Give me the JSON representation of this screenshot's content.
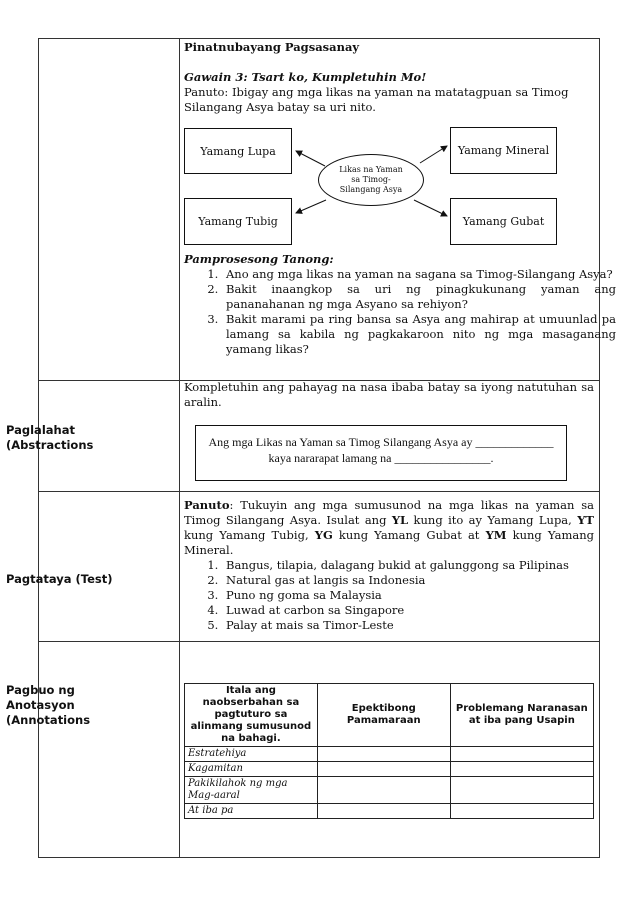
{
  "section1": {
    "heading": "Pinatnubayang Pagsasanay",
    "activity_title": "Gawain 3: Tsart ko, Kumpletuhin Mo!",
    "instructions": "Panuto: Ibigay ang mga likas na yaman na matatagpuan sa Timog Silangang Asya batay sa uri nito.",
    "diagram": {
      "center": "Likas na Yaman sa Timog-Silangang Asya",
      "top_left": "Yamang Lupa",
      "top_right": "Yamang Mineral",
      "bottom_left": "Yamang Tubig",
      "bottom_right": "Yamang Gubat"
    },
    "questions_title": "Pamprosesong Tanong:",
    "questions": [
      "Ano ang mga likas na yaman na sagana sa Timog-Silangang Asya?",
      "Bakit inaangkop sa uri ng pinagkukunang yaman ang pananahanan ng mga Asyano sa rehiyon?",
      "Bakit marami pa ring bansa sa Asya ang mahirap at umuunlad pa lamang sa kabila ng pagkakaroon nito ng mga masaganang yamang likas?"
    ]
  },
  "section2": {
    "label": "Paglalahat (Abstractions",
    "instruction": "Kompletuhin ang pahayag na nasa ibaba batay sa iyong natutuhan sa aralin.",
    "sentence_line1": "Ang mga Likas na Yaman sa Timog Silangang Asya ay _____________",
    "sentence_line2": "kaya nararapat lamang na ________________."
  },
  "section3": {
    "label": "Pagtataya (Test)",
    "panuto_label": "Panuto",
    "instr_a": ": Tukuyin ang mga sumusunod na mga likas na yaman sa Timog Silangang Asya. Isulat ang ",
    "code_yl": "YL",
    "instr_b": " kung ito ay Yamang Lupa, ",
    "code_yt": "YT",
    "instr_c": " kung Yamang Tubig, ",
    "code_yg": "YG",
    "instr_d": " kung Yamang Gubat at ",
    "code_ym": "YM",
    "instr_e": " kung Yamang Mineral.",
    "items": [
      "Bangus, tilapia, dalagang bukid at galunggong sa Pilipinas",
      "Natural gas at langis sa Indonesia",
      "Puno ng goma sa Malaysia",
      "Luwad at carbon sa Singapore",
      "Palay at mais sa Timor-Leste"
    ]
  },
  "section4": {
    "label": "Pagbuo ng Anotasyon (Annotations",
    "table": {
      "headers": [
        "Itala ang naobserbahan sa pagtuturo sa alinmang sumusunod na bahagi.",
        "Epektibong Pamamaraan",
        "Problemang Naranasan at iba pang Usapin"
      ],
      "rows": [
        "Estratehiya",
        "Kagamitan",
        "Pakikilahok ng mga Mag-aaral",
        "At iba pa"
      ]
    }
  }
}
